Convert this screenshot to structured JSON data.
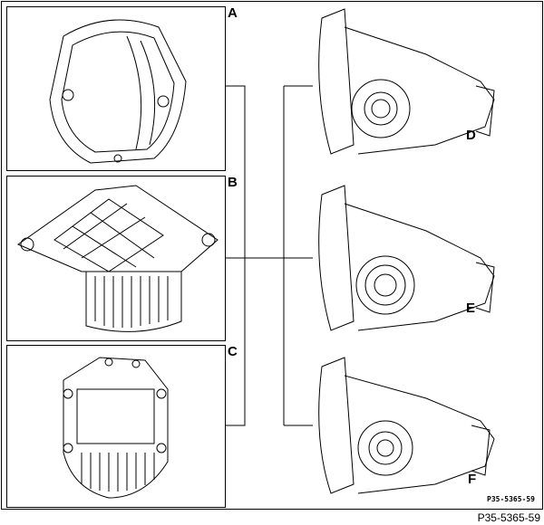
{
  "labels": {
    "a": "A",
    "b": "B",
    "c": "C",
    "d": "D",
    "e": "E",
    "f": "F"
  },
  "figure_code_small": "P35-5365-59",
  "figure_code": "P35-5365-59"
}
